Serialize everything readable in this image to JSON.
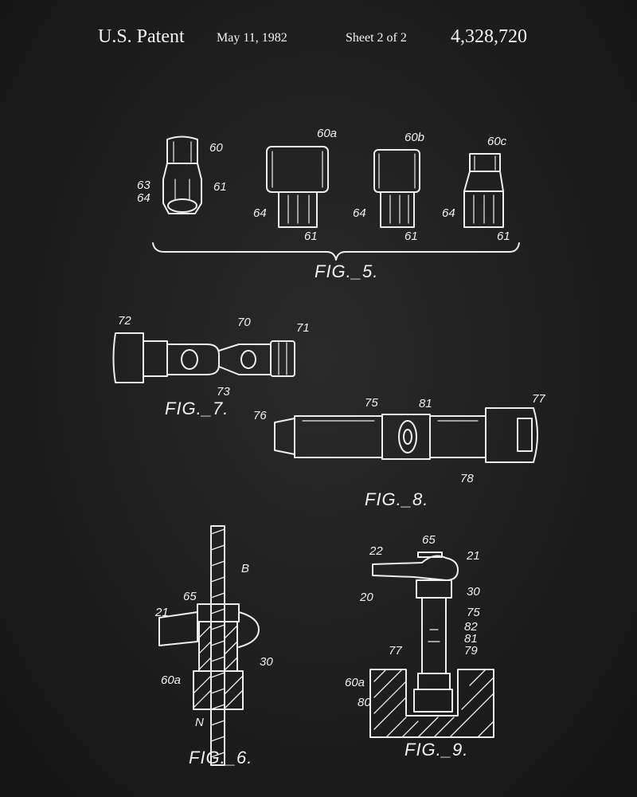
{
  "header": {
    "title": "U.S. Patent",
    "date": "May 11, 1982",
    "sheet": "Sheet 2 of 2",
    "patent_number": "4,328,720"
  },
  "fig5": {
    "caption": "FIG._5.",
    "labels": [
      "60",
      "63",
      "64",
      "61",
      "60a",
      "64",
      "61",
      "60b",
      "64",
      "61",
      "60c",
      "64",
      "61"
    ]
  },
  "fig7": {
    "caption": "FIG._7.",
    "labels": [
      "72",
      "70",
      "71",
      "73"
    ]
  },
  "fig8": {
    "caption": "FIG._8.",
    "labels": [
      "75",
      "81",
      "77",
      "76",
      "78"
    ]
  },
  "fig6": {
    "caption": "FIG._6.",
    "labels": [
      "B",
      "65",
      "21",
      "30",
      "60a",
      "N"
    ]
  },
  "fig9": {
    "caption": "FIG._9.",
    "labels": [
      "65",
      "22",
      "21",
      "20",
      "30",
      "75",
      "82",
      "81",
      "77",
      "79",
      "60a",
      "80"
    ]
  }
}
